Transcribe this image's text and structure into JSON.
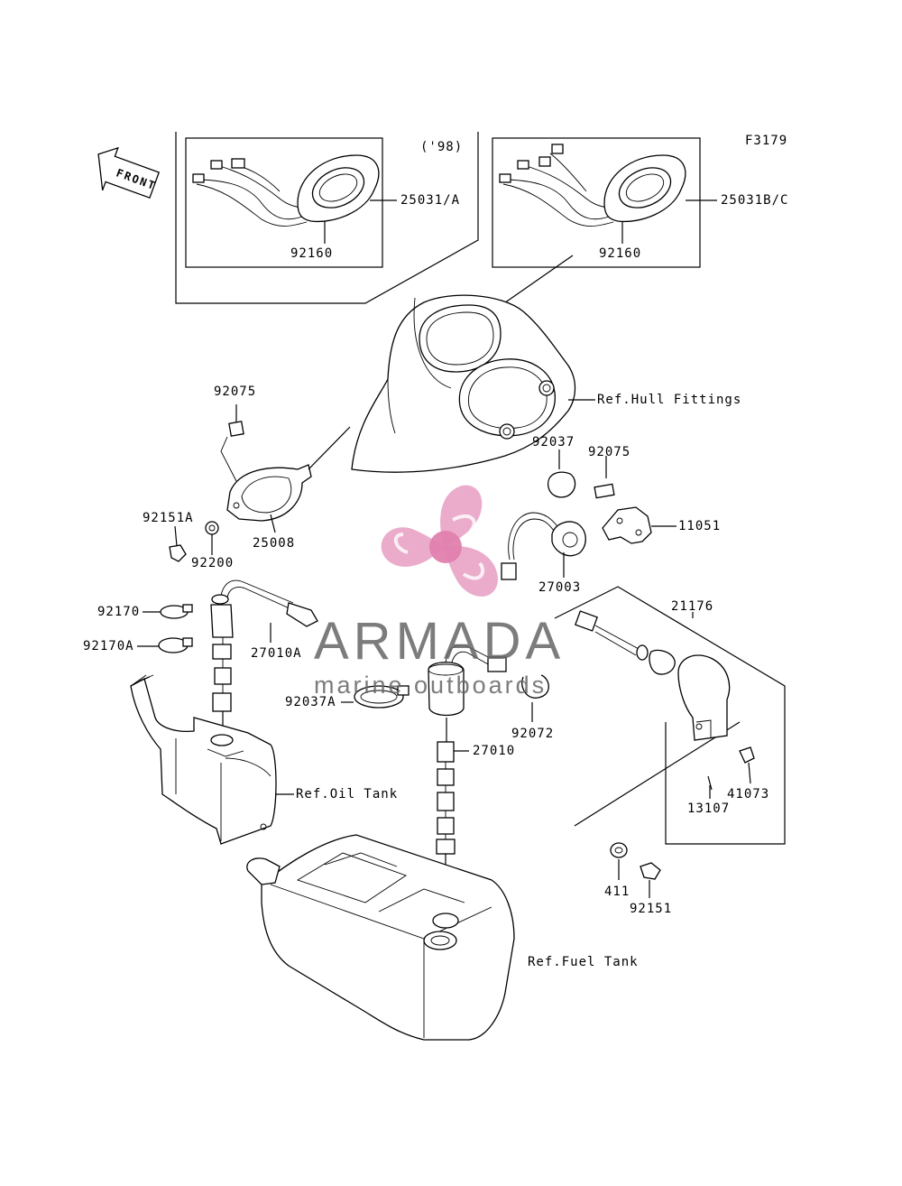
{
  "figure_code": "F3179",
  "front_label": "FRONT",
  "year_note": "('98)",
  "watermark": {
    "brand": "ARMADA",
    "tagline": "marine outboards",
    "color": "#e8a3c4"
  },
  "part_labels": {
    "p25031A": "25031/A",
    "p25031BC": "25031B/C",
    "p92160_left": "92160",
    "p92160_right": "92160",
    "ref_hull": "Ref.Hull Fittings",
    "p92075_top": "92075",
    "p92037": "92037",
    "p92075_right": "92075",
    "p92151A": "92151A",
    "p25008": "25008",
    "p92200": "92200",
    "p11051": "11051",
    "p27003": "27003",
    "p21176": "21176",
    "p92170": "92170",
    "p92170A": "92170A",
    "p27010A": "27010A",
    "p92037A": "92037A",
    "p92072": "92072",
    "p27010": "27010",
    "p41073": "41073",
    "p13107": "13107",
    "ref_oil": "Ref.Oil Tank",
    "p411": "411",
    "p92151": "92151",
    "ref_fuel": "Ref.Fuel Tank"
  }
}
